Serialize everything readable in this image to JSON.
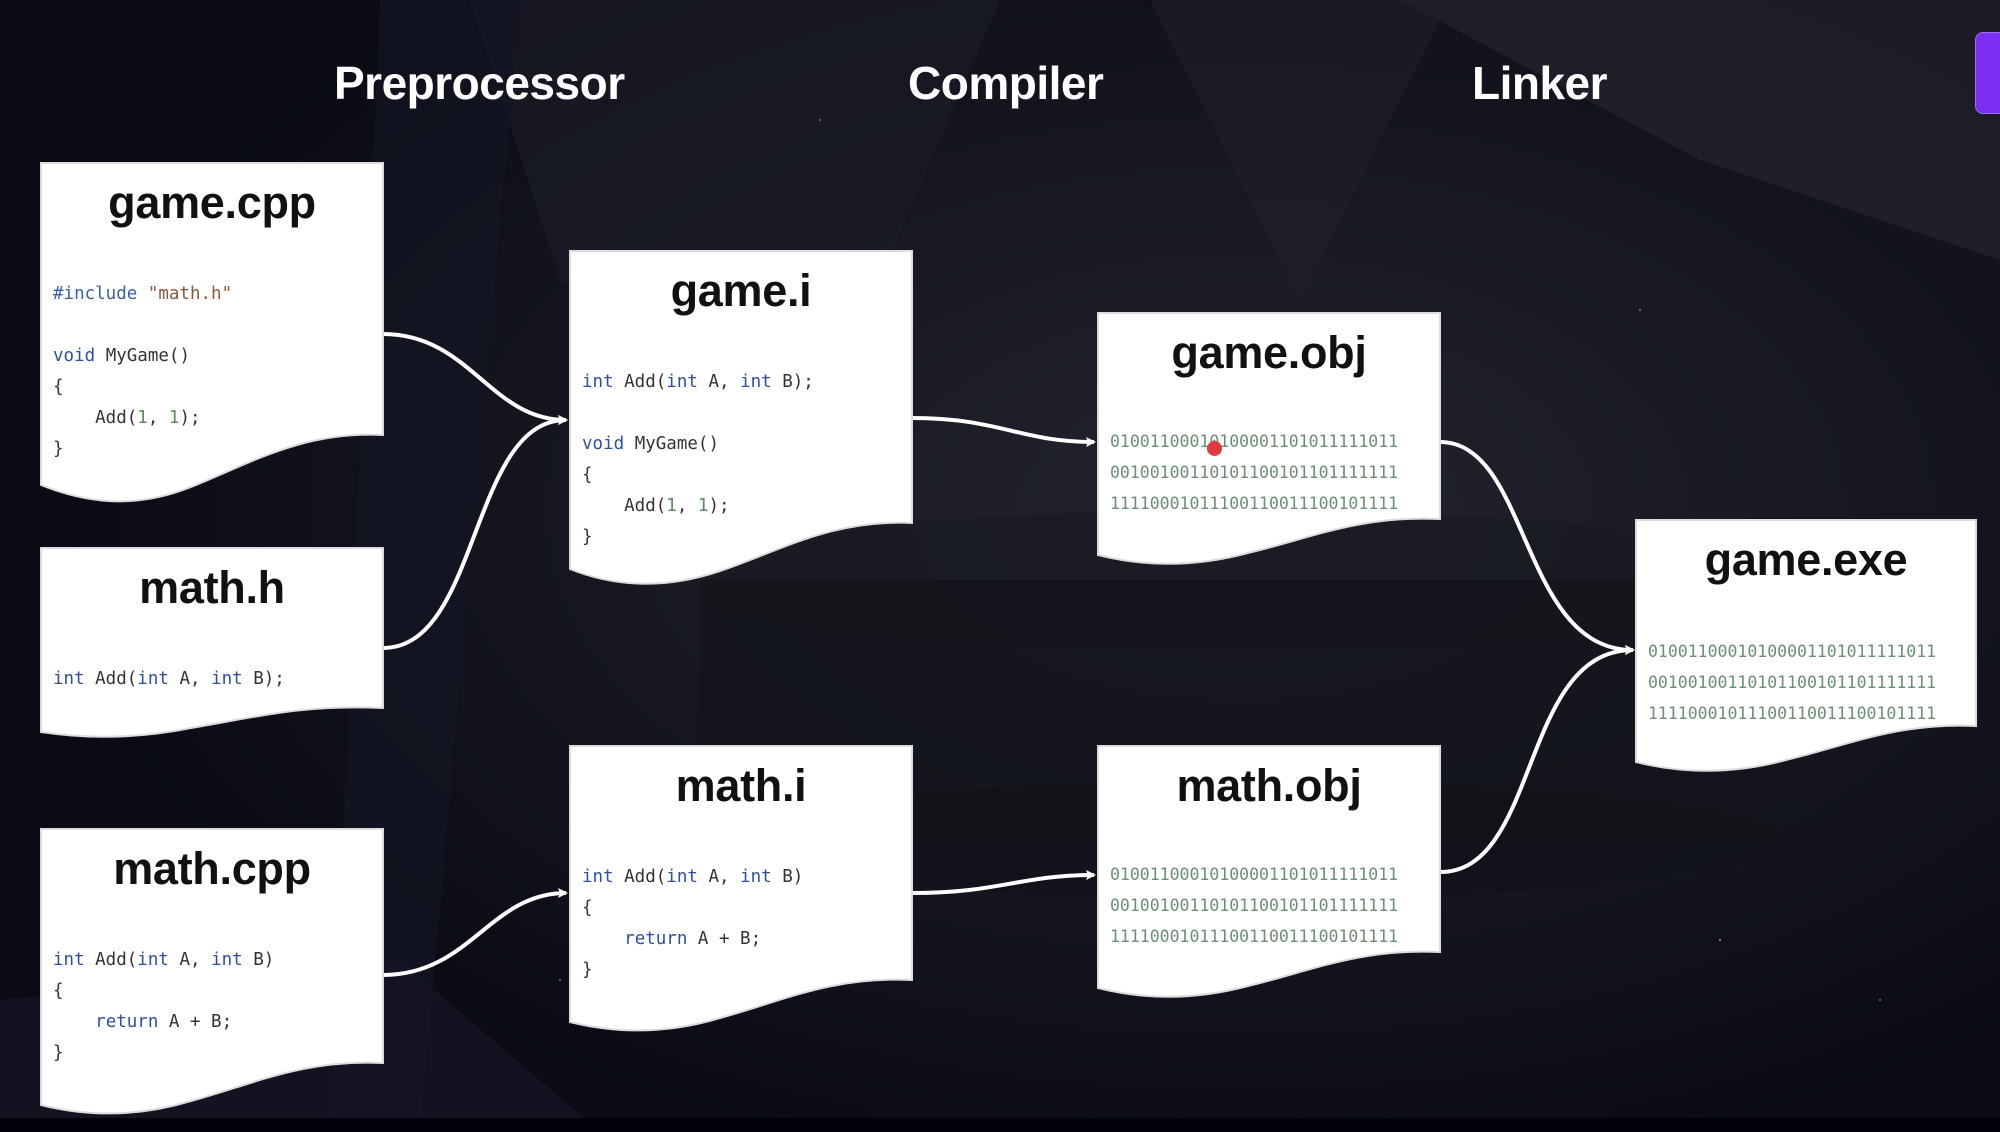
{
  "stages": {
    "preprocessor": "Preprocessor",
    "compiler": "Compiler",
    "linker": "Linker"
  },
  "files": {
    "game_cpp": {
      "title": "game.cpp",
      "lines": [
        "#include \"math.h\"",
        "",
        "void MyGame()",
        "{",
        "    Add(1, 1);",
        "}"
      ]
    },
    "math_h": {
      "title": "math.h",
      "lines": [
        "int Add(int A, int B);"
      ]
    },
    "math_cpp": {
      "title": "math.cpp",
      "lines": [
        "int Add(int A, int B)",
        "{",
        "    return A + B;",
        "}"
      ]
    },
    "game_i": {
      "title": "game.i",
      "lines": [
        "int Add(int A, int B);",
        "",
        "void MyGame()",
        "{",
        "    Add(1, 1);",
        "}"
      ]
    },
    "math_i": {
      "title": "math.i",
      "lines": [
        "int Add(int A, int B)",
        "{",
        "    return A + B;",
        "}"
      ]
    },
    "game_obj": {
      "title": "game.obj",
      "lines": [
        "01001100010100001101011111011",
        "00100100110101100101101111111",
        "11110001011100110011100101111"
      ]
    },
    "math_obj": {
      "title": "math.obj",
      "lines": [
        "01001100010100001101011111011",
        "00100100110101100101101111111",
        "11110001011100110011100101111"
      ]
    },
    "game_exe": {
      "title": "game.exe",
      "lines": [
        "01001100010100001101011111011",
        "00100100110101100101101111111",
        "11110001011100110011100101111"
      ]
    }
  },
  "colors": {
    "background": "#0b0c16",
    "paper": "#ffffff",
    "connector": "#ffffff",
    "binary_text": "#6a8f76",
    "keyword": "#2f4f9e",
    "pointer": "#e0393e",
    "corner_tab": "#7b2ff0"
  },
  "icons": {
    "pointer": "red-dot-cursor-icon"
  }
}
